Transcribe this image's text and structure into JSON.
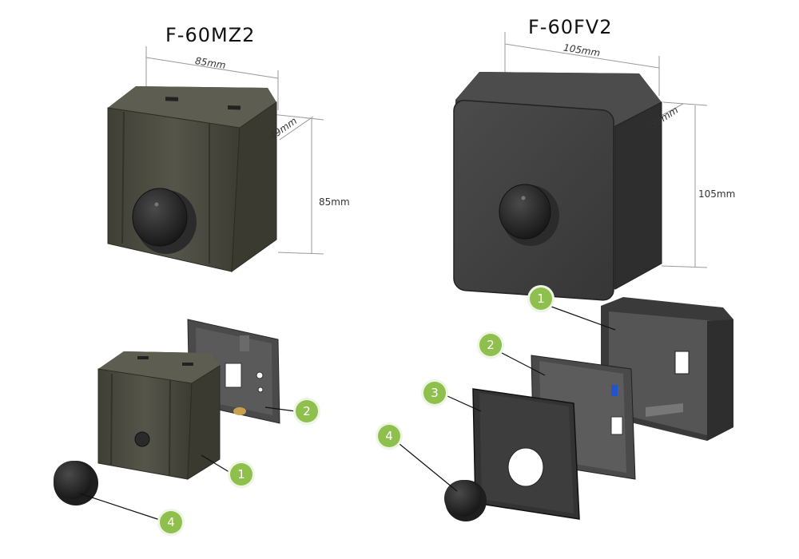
{
  "models": [
    {
      "name": "F-60MZ2",
      "dims": {
        "width": "85mm",
        "depth": "49mm",
        "height": "85mm"
      }
    },
    {
      "name": "F-60FV2",
      "dims": {
        "width": "105mm",
        "depth": "59mm",
        "height": "105mm"
      }
    }
  ],
  "callouts": [
    "1",
    "2",
    "3",
    "4"
  ],
  "colors": {
    "olive_body": "#4a4a3e",
    "dark_body": "#3a3a3a",
    "badge_green": "#8fbf4d"
  }
}
